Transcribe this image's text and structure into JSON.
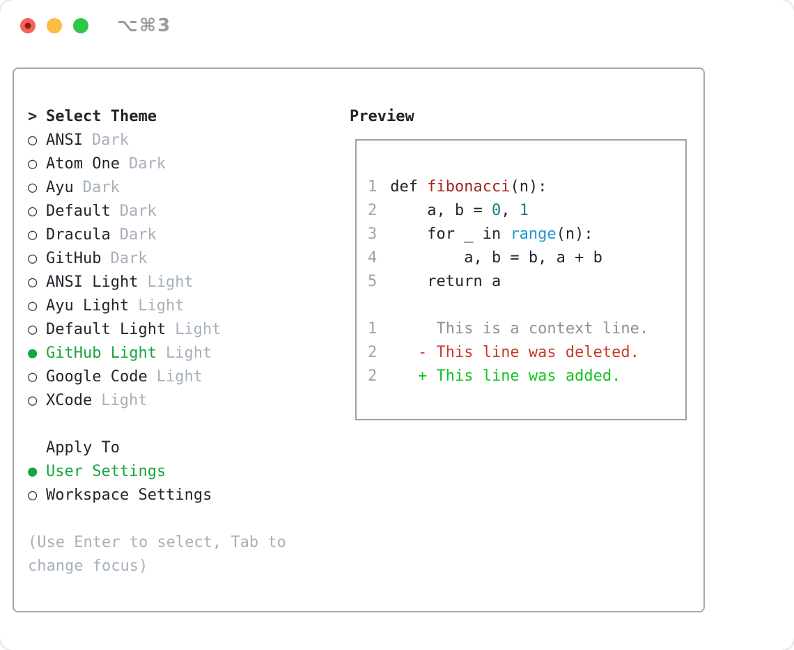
{
  "window": {
    "title": "⌥⌘3"
  },
  "traffic_lights": {
    "close": "close",
    "minimize": "minimize",
    "zoom": "zoom"
  },
  "colors": {
    "text_dark": "#20262c",
    "muted": "#a6b0bb",
    "ln_gray": "#9aa5b1",
    "ctx_gray": "#8b939b",
    "green_sel": "#17a63e",
    "green_add": "#13c31f",
    "red_del": "#c63b2a",
    "red_fn": "#a32420",
    "teal": "#0d7e86",
    "blue": "#1e96d2",
    "panel_border": "#a2aab4",
    "preview_border": "#98a2ac",
    "light_red": "#f4635a",
    "light_red_dot": "#8e1d14",
    "light_yellow": "#fbbc3f",
    "light_green": "#30c648"
  },
  "theme_panel": {
    "header": {
      "marker": ">",
      "label": "Select Theme"
    },
    "markers": {
      "unselected": "○",
      "selected": "●"
    },
    "themes": [
      {
        "name": "ANSI",
        "variant": "Dark",
        "selected": false
      },
      {
        "name": "Atom One",
        "variant": "Dark",
        "selected": false
      },
      {
        "name": "Ayu",
        "variant": "Dark",
        "selected": false
      },
      {
        "name": "Default",
        "variant": "Dark",
        "selected": false
      },
      {
        "name": "Dracula",
        "variant": "Dark",
        "selected": false
      },
      {
        "name": "GitHub",
        "variant": "Dark",
        "selected": false
      },
      {
        "name": "ANSI Light",
        "variant": "Light",
        "selected": false
      },
      {
        "name": "Ayu Light",
        "variant": "Light",
        "selected": false
      },
      {
        "name": "Default Light",
        "variant": "Light",
        "selected": false
      },
      {
        "name": "GitHub Light",
        "variant": "Light",
        "selected": true
      },
      {
        "name": "Google Code",
        "variant": "Light",
        "selected": false
      },
      {
        "name": "XCode",
        "variant": "Light",
        "selected": false
      }
    ],
    "apply_to": {
      "label": "Apply To",
      "options": [
        {
          "name": "User Settings",
          "selected": true
        },
        {
          "name": "Workspace Settings",
          "selected": false
        }
      ]
    },
    "help": {
      "line1": "(Use Enter to select, Tab to",
      "line2": "change focus)"
    }
  },
  "preview": {
    "label": "Preview",
    "lines": [
      {
        "ln": "1",
        "tokens": [
          [
            "k",
            "def "
          ],
          [
            "fn",
            "fibonacci"
          ],
          [
            "pl",
            "(n):"
          ]
        ]
      },
      {
        "ln": "2",
        "tokens": [
          [
            "pl",
            "    a, b = "
          ],
          [
            "num",
            "0"
          ],
          [
            "pl",
            ", "
          ],
          [
            "num",
            "1"
          ]
        ]
      },
      {
        "ln": "3",
        "tokens": [
          [
            "pl",
            "    for _ in "
          ],
          [
            "call",
            "range"
          ],
          [
            "pl",
            "(n):"
          ]
        ]
      },
      {
        "ln": "4",
        "tokens": [
          [
            "pl",
            "        a, b = b, a + b"
          ]
        ]
      },
      {
        "ln": "5",
        "tokens": [
          [
            "pl",
            "    return a"
          ]
        ]
      },
      {
        "ln": "",
        "tokens": []
      },
      {
        "ln": "1",
        "tokens": [
          [
            "ctx",
            "     This is a context line."
          ]
        ]
      },
      {
        "ln": "2",
        "tokens": [
          [
            "del",
            "   - This line was deleted."
          ]
        ]
      },
      {
        "ln": "2",
        "tokens": [
          [
            "add",
            "   + This line was added."
          ]
        ]
      }
    ]
  }
}
